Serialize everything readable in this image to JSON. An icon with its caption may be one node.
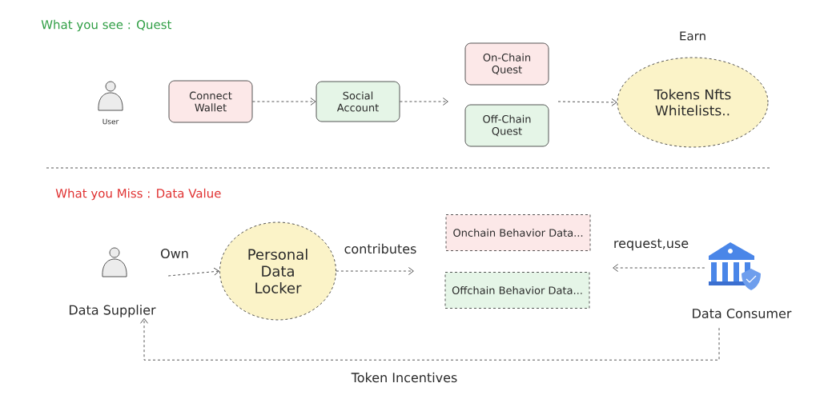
{
  "diagram": {
    "nodes": [
      {
        "text": [],
        "shape": "person",
        "beside": [
          "User"
        ]
      },
      {
        "text": [
          "Connect Wallet"
        ]
      },
      {
        "text": [
          "Social Account"
        ]
      },
      {
        "text": [
          "On-Chain Quest"
        ]
      },
      {
        "text": [
          "Off-Chain Quest"
        ]
      },
      {
        "text": [
          "Tokens Nfts Whitelists.."
        ],
        "beside": [
          "Earn"
        ]
      },
      {
        "text": [],
        "shape": "person",
        "beside": [
          "Data Supplier"
        ]
      },
      {
        "text": [
          "Personal Data Locker"
        ]
      },
      {
        "text": [
          "Onchain Behavior Data..."
        ]
      },
      {
        "text": [
          "Offchain Behavior Data..."
        ]
      },
      {
        "text": [],
        "shape": "bank",
        "beside": [
          "Data Consumer"
        ]
      }
    ],
    "edges": [
      {
        "from": 1,
        "to": 2,
        "arrow": "to",
        "style": "dashed"
      },
      {
        "from": 2,
        "to": null,
        "arrow": "to",
        "style": "dashed"
      },
      {
        "from": null,
        "to": 5,
        "arrow": "to",
        "style": "dashed"
      },
      {
        "from": 6,
        "to": 7,
        "arrow": "to",
        "style": "dashed",
        "label": "Own"
      },
      {
        "from": 7,
        "to": null,
        "arrow": "to",
        "style": "dashed",
        "label": "contributes"
      },
      {
        "from": 10,
        "to": null,
        "arrow": "to",
        "style": "dashed",
        "label": "request,use"
      },
      {
        "from": 10,
        "to": 6,
        "arrow": "to",
        "style": "dashed",
        "label": "Token Incentives"
      }
    ],
    "labels": [
      "What you see : Quest",
      "What you Miss : Data Value"
    ]
  }
}
